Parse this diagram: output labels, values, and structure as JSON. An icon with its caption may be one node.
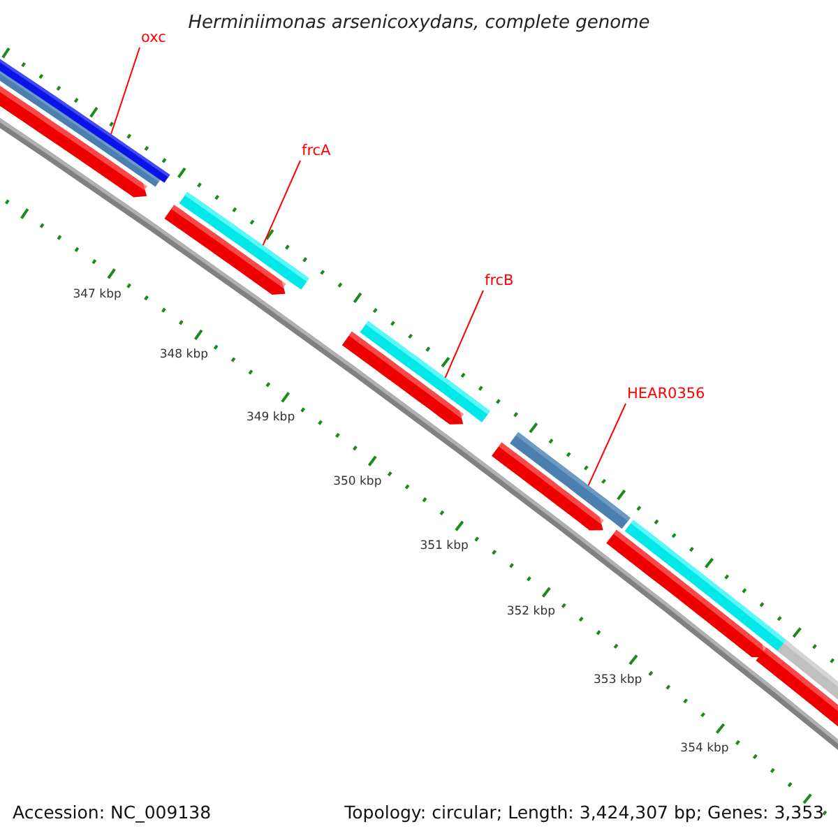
{
  "diagram": {
    "title": "Herminiimonas arsenicoxydans, complete genome",
    "nodes": [
      {
        "text": [
          "oxc"
        ]
      },
      {
        "text": [],
        "shape": "bar"
      },
      {
        "text": [
          "frcA"
        ]
      },
      {
        "text": [],
        "shape": "bar"
      },
      {
        "text": [
          "frcB"
        ]
      },
      {
        "text": [],
        "shape": "bar"
      },
      {
        "text": [
          "HEAR0356"
        ]
      },
      {
        "text": [],
        "shape": "bar"
      }
    ],
    "edges": [
      {
        "from": 0,
        "to": 1,
        "arrow": "none"
      },
      {
        "from": 2,
        "to": 3,
        "arrow": "none"
      },
      {
        "from": 4,
        "to": 5,
        "arrow": "none"
      },
      {
        "from": 6,
        "to": 7,
        "arrow": "none"
      }
    ],
    "labels": [
      "347 kbp",
      "348 kbp",
      "349 kbp",
      "350 kbp",
      "351 kbp",
      "352 kbp",
      "353 kbp",
      "354 kbp",
      "Accession: NC_009138",
      "Topology: circular; Length: 3,424,307 bp; Genes: 3,353"
    ]
  }
}
